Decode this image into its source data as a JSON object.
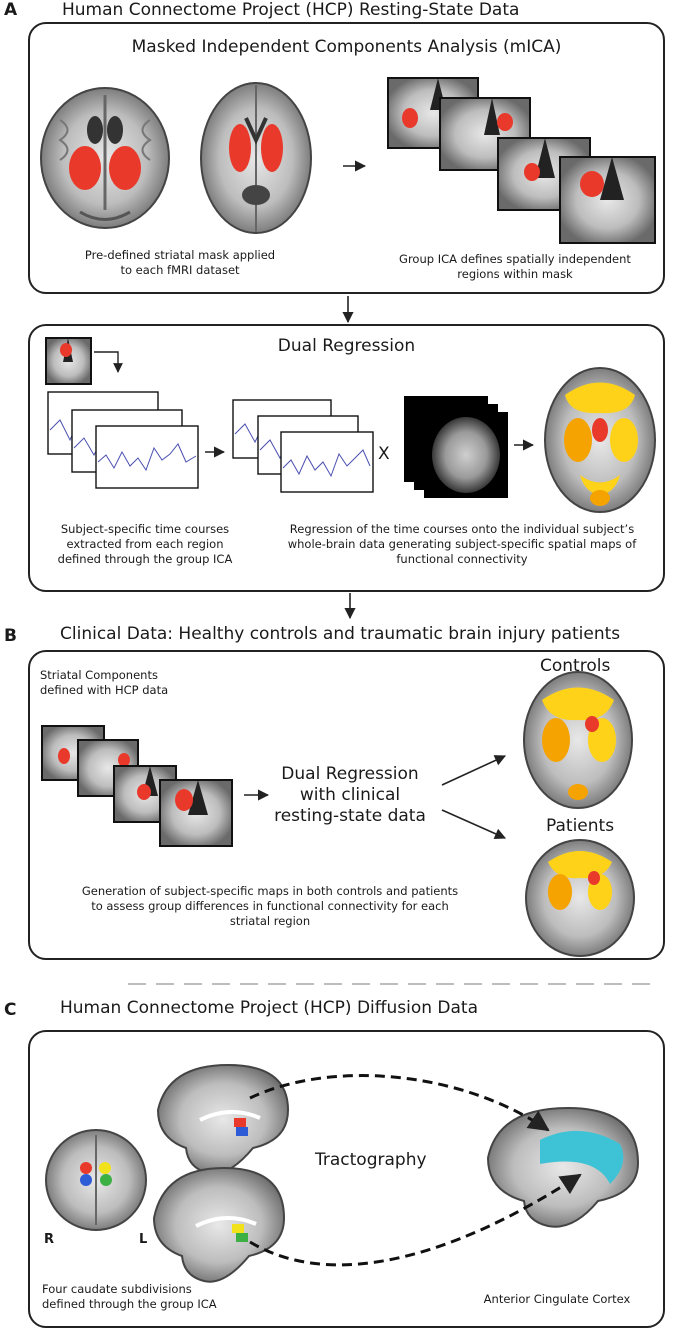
{
  "section_a": {
    "letter": "A",
    "title": "Human Connectome Project (HCP) Resting-State Data",
    "mica": {
      "title": "Masked Independent Components Analysis (mICA)",
      "caption_left": [
        "Pre-defined striatal mask applied",
        "to each fMRI dataset"
      ],
      "caption_right": [
        "Group ICA defines spatially independent",
        "regions within mask"
      ]
    },
    "dual_regression": {
      "title": "Dual Regression",
      "multiply_symbol": "X",
      "caption_left": [
        "Subject-specific time courses",
        "extracted from each region",
        "defined through the group ICA"
      ],
      "caption_right": [
        "Regression of the time  courses onto the individual subject’s",
        "whole-brain data generating subject-specific spatial maps of",
        "functional connectivity"
      ]
    }
  },
  "section_b": {
    "letter": "B",
    "title": "Clinical Data: Healthy controls and traumatic brain injury patients",
    "components_caption": [
      "Striatal Components",
      "defined with HCP data"
    ],
    "center_text": [
      "Dual Regression",
      "with clinical",
      "resting-state data"
    ],
    "controls_label": "Controls",
    "patients_label": "Patients",
    "bottom_caption": [
      "Generation of subject-specific maps in both controls and patients",
      "to assess group differences in functional connectivity for each",
      "striatal region"
    ]
  },
  "section_c": {
    "letter": "C",
    "title": "Human Connectome Project (HCP) Diffusion Data",
    "tractography_label": "Tractography",
    "left_marker": "R",
    "right_marker": "L",
    "caption_left": [
      "Four caudate subdivisions",
      "defined through the group ICA"
    ],
    "caption_right": "Anterior Cingulate Cortex"
  },
  "colors": {
    "mask_red": "#e8392b",
    "activation_yellow": "#ffd21a",
    "activation_orange": "#f5a300",
    "timecourse_blue": "#4a4fb0",
    "cingulate_cyan": "#3ec3d6",
    "caudate_blue": "#2e5bd6",
    "caudate_green": "#3cb043",
    "caudate_yellow": "#f2e21c"
  },
  "icons": [
    "brain-coronal-icon",
    "brain-axial-icon",
    "brain-sagittal-icon",
    "arrow-right-icon",
    "arrow-down-icon"
  ]
}
